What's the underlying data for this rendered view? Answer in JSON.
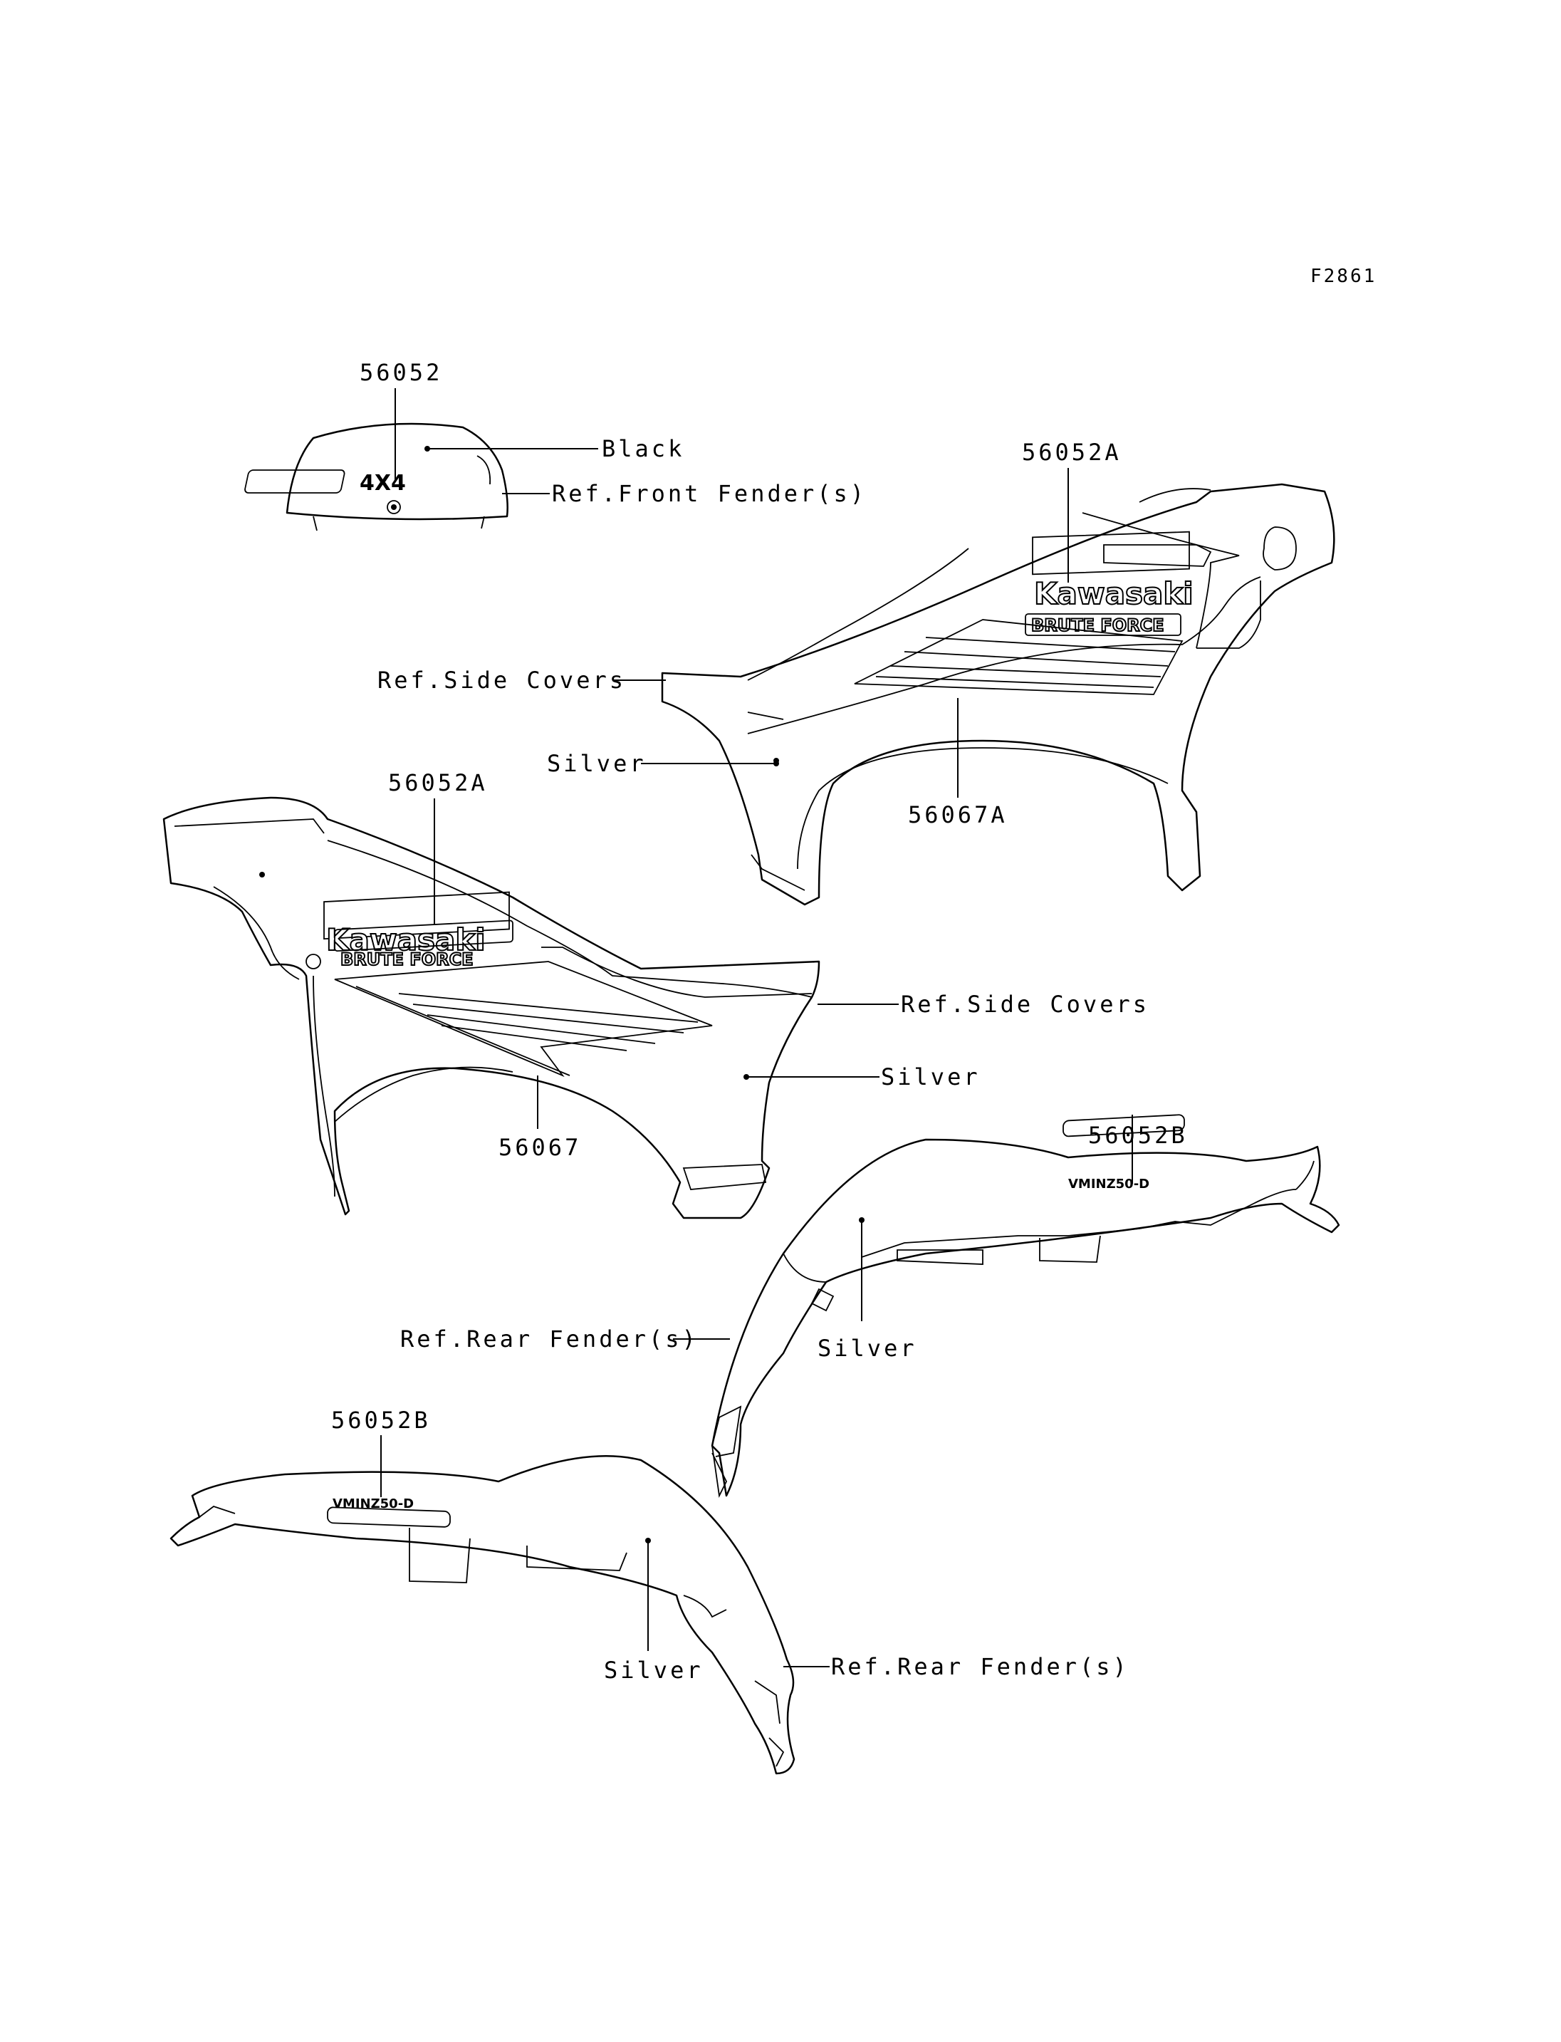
{
  "figure_id": "F2861",
  "labels": {
    "front_part": "56052",
    "black": "Black",
    "ref_front_fender": "Ref.Front Fender(s)",
    "right_part_a": "56052A",
    "ref_side_covers_1": "Ref.Side Covers",
    "silver_1": "Silver",
    "right_part_stripe": "56067A",
    "left_part_a": "56052A",
    "ref_side_covers_2": "Ref.Side Covers",
    "silver_2": "Silver",
    "left_part_stripe": "56067",
    "rear_part_b_1": "56052B",
    "ref_rear_fender_1": "Ref.Rear Fender(s)",
    "silver_3": "Silver",
    "rear_part_b_2": "56052B",
    "silver_4": "Silver",
    "ref_rear_fender_2": "Ref.Rear Fender(s)"
  },
  "decals": {
    "four_by_four": "4X4",
    "kawasaki": "Kawasaki",
    "brute_force": "BRUTE FORCE",
    "model": "VMINZ50-D"
  }
}
